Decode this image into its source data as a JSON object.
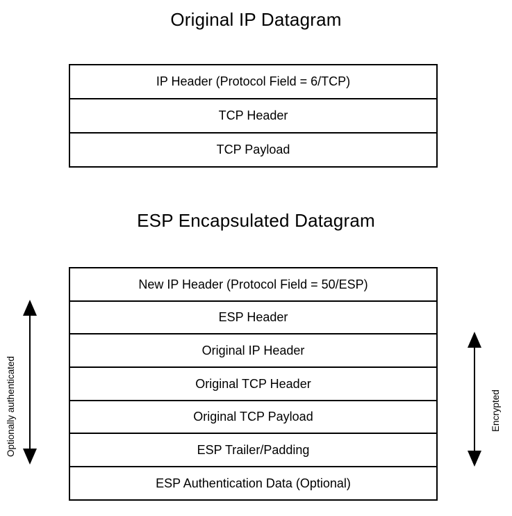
{
  "diagram": {
    "title_original": "Original IP Datagram",
    "title_esp": "ESP Encapsulated Datagram",
    "original_datagram": {
      "fields": [
        {
          "label": "IP Header (Protocol Field = 6/TCP)"
        },
        {
          "label": "TCP Header"
        },
        {
          "label": "TCP Payload"
        }
      ]
    },
    "esp_datagram": {
      "fields": [
        {
          "label": "New IP Header (Protocol Field = 50/ESP)"
        },
        {
          "label": "ESP Header"
        },
        {
          "label": "Original IP Header"
        },
        {
          "label": "Original TCP Header"
        },
        {
          "label": "Original TCP Payload"
        },
        {
          "label": "ESP Trailer/Padding"
        },
        {
          "label": "ESP Authentication Data (Optional)"
        }
      ]
    },
    "annotations": {
      "left_arrow_label": "Optionally authenticated",
      "right_arrow_label": "Encrypted"
    },
    "colors": {
      "background": "#ffffff",
      "stroke": "#000000",
      "text": "#000000"
    }
  }
}
